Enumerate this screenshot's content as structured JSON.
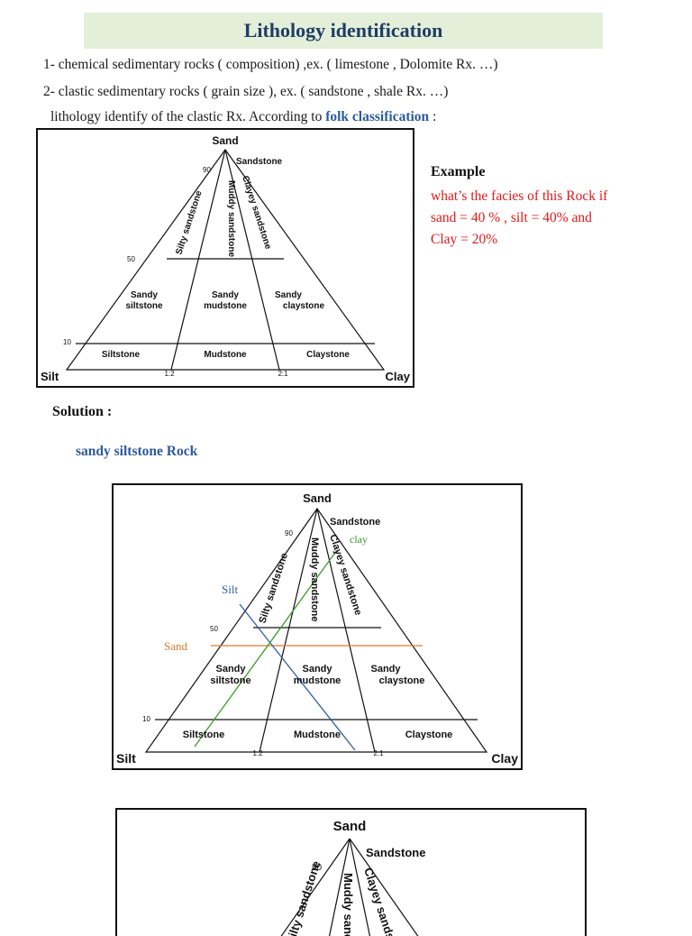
{
  "title": "Lithology identification",
  "lines": {
    "line1": "1- chemical sedimentary rocks ( composition) ,ex. ( limestone , Dolomite Rx. …)",
    "line2": "2- clastic sedimentary rocks ( grain size ), ex. ( sandstone , shale Rx. …)",
    "line3_prefix": "lithology identify of the clastic Rx. According to ",
    "line3_link": "folk classification",
    "line3_suffix": " :"
  },
  "diagram": {
    "apex": "Sand",
    "left_corner": "Silt",
    "right_corner": "Clay",
    "tick_90": "90",
    "tick_50": "50",
    "tick_10": "10",
    "ratio_12": "1:2",
    "ratio_21": "2:1",
    "zones": {
      "sandstone": "Sandstone",
      "silty_sandstone": "Silty sandstone",
      "muddy_sandstone": "Muddy sandstone",
      "clayey_sandstone": "Clayey sandstone",
      "sandy": "Sandy",
      "siltstone_part": "siltstone",
      "mudstone_part": "mudstone",
      "claystone_part": "claystone",
      "siltstone": "Siltstone",
      "mudstone": "Mudstone",
      "claystone": "Claystone"
    }
  },
  "example": {
    "heading": "Example",
    "question_line1": "what’s the facies of this Rock if",
    "question_line2": "sand = 40 % , silt = 40% and",
    "question_line3": "Clay = 20%"
  },
  "solution": {
    "heading": "Solution :",
    "answer": "sandy siltstone Rock",
    "annotations": {
      "clay": "clay",
      "silt": "Silt",
      "sand": "Sand"
    },
    "colors": {
      "clay_line": "#3a9a2a",
      "silt_line": "#2f5fa8",
      "sand_line": "#e07a2a"
    }
  }
}
